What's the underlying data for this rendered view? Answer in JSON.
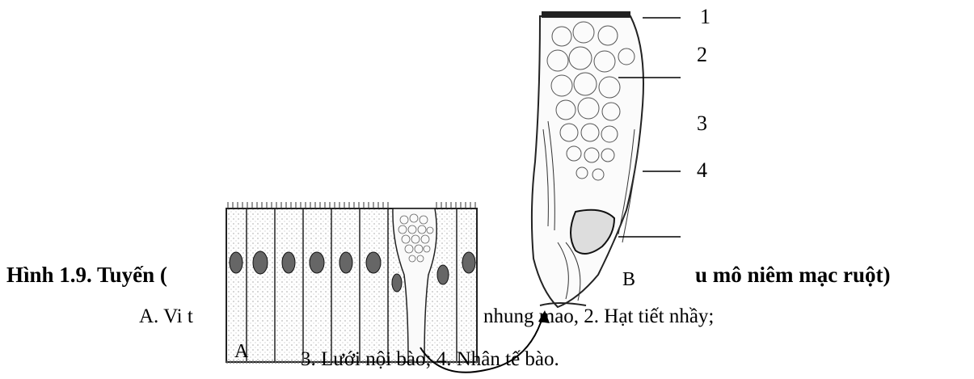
{
  "figure": {
    "title_visible_start": "Hình 1.9. Tuyến (",
    "title_visible_end": "u mô niêm mạc ruột)",
    "legend_line1_start": "A. Vi t",
    "legend_line1_end": "nhung mao, 2. Hạt tiết nhầy;",
    "legend_line2": "3. Lưới nội bào; 4. Nhân tế bào.",
    "panel_labels": {
      "a": "A",
      "b": "B"
    },
    "callout_numbers": [
      "1",
      "2",
      "3",
      "4"
    ]
  }
}
